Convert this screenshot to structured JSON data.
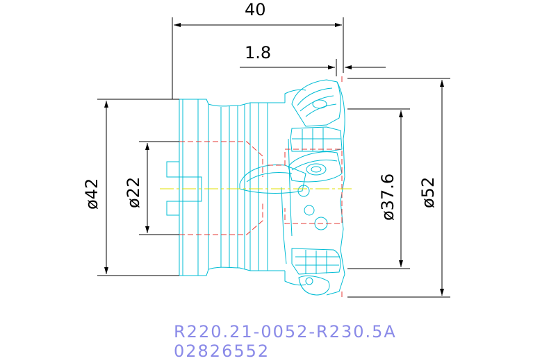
{
  "drawing": {
    "dimensions": {
      "overall_length": "40",
      "insert_offset": "1.8",
      "shank_diameter": "ø42",
      "bore_diameter": "ø22",
      "inner_diameter": "ø37.6",
      "cutting_diameter": "ø52"
    },
    "designation": "R220.21-0052-R230.5A",
    "order_code": "02826552"
  },
  "colors": {
    "dimension_lines": "#000000",
    "outline": "#00bcd4",
    "hidden_lines": "#e53935",
    "center_line": "#e0e000",
    "part_text": "#8a8ae8"
  }
}
